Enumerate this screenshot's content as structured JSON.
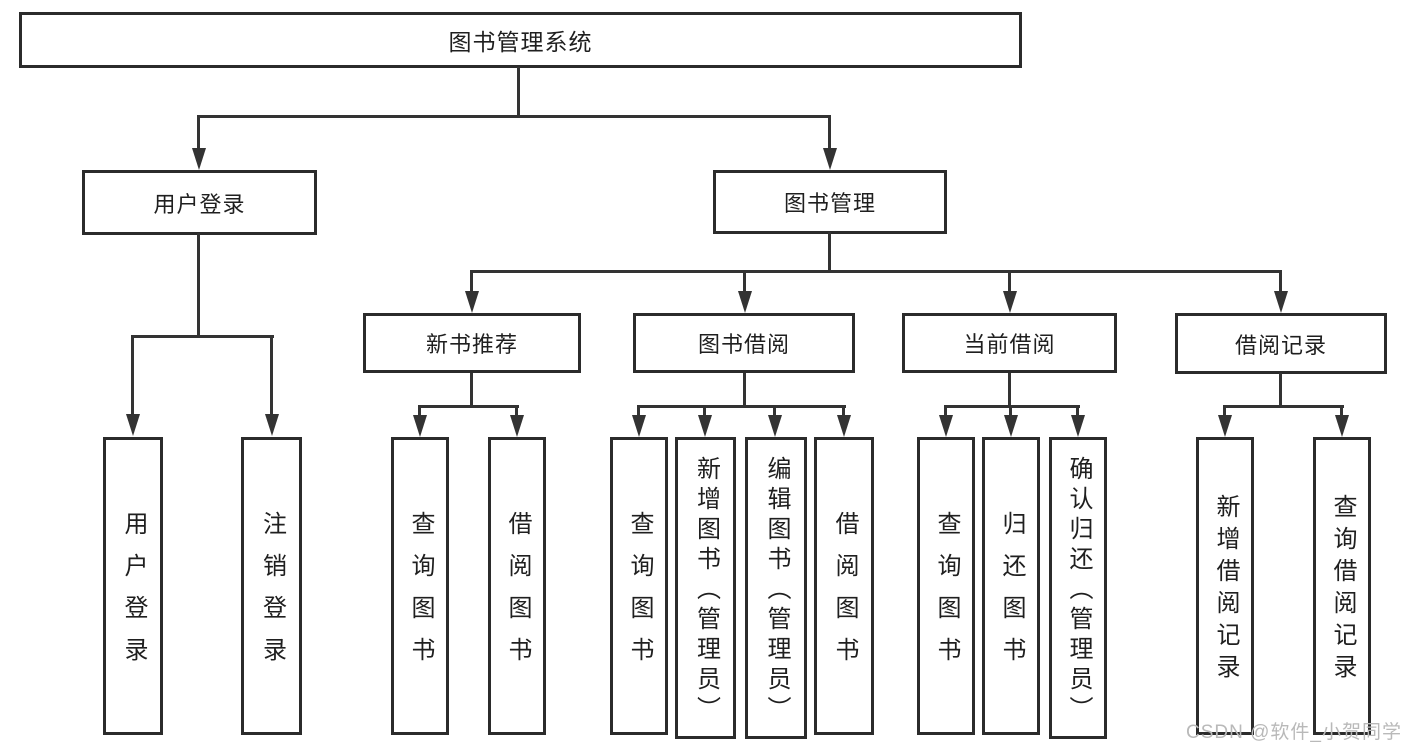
{
  "diagram": {
    "root": {
      "label": "图书管理系统"
    },
    "branches": [
      {
        "label": "用户登录"
      },
      {
        "label": "图书管理"
      }
    ],
    "modules": [
      {
        "label": "新书推荐"
      },
      {
        "label": "图书借阅"
      },
      {
        "label": "当前借阅"
      },
      {
        "label": "借阅记录"
      }
    ],
    "leaves": [
      {
        "label": "用户登录"
      },
      {
        "label": "注销登录"
      },
      {
        "label": "查询图书"
      },
      {
        "label": "借阅图书"
      },
      {
        "label": "查询图书"
      },
      {
        "label": "新增图书（管理员）"
      },
      {
        "label": "编辑图书（管理员）"
      },
      {
        "label": "借阅图书"
      },
      {
        "label": "查询图书"
      },
      {
        "label": "归还图书"
      },
      {
        "label": "确认归还（管理员）"
      },
      {
        "label": "新增借阅记录"
      },
      {
        "label": "查询借阅记录"
      }
    ]
  },
  "watermark": {
    "text": "CSDN @软件_小贺同学"
  },
  "colors": {
    "line": "#333333",
    "box_border": "#2b2b2b",
    "text": "#1f1f1f",
    "background": "#ffffff",
    "watermark": "#b9b9b9"
  }
}
